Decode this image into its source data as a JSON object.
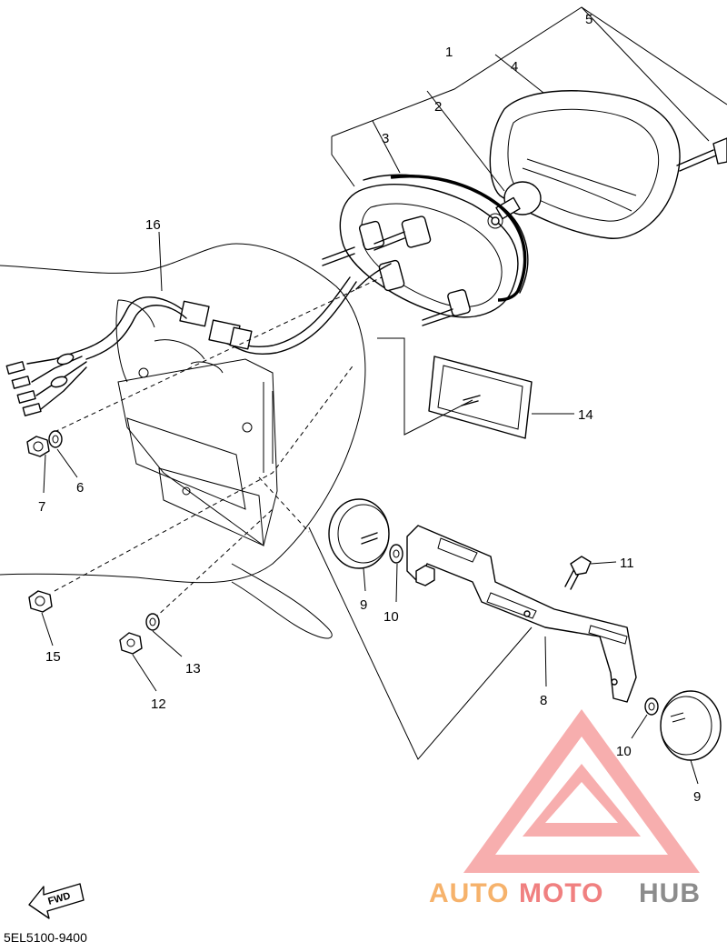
{
  "diagram": {
    "part_code": "5EL5100-9400",
    "fwd_label": "FWD",
    "watermark": {
      "brand_part1": "AUTO",
      "brand_part2": "MOTO",
      "brand_part3": "HUB",
      "color_orange": "#f6b26b",
      "color_red": "#f08080",
      "color_grey": "#8c8c8c"
    },
    "callouts": [
      {
        "id": "c1",
        "label": "1"
      },
      {
        "id": "c2",
        "label": "2"
      },
      {
        "id": "c3",
        "label": "3"
      },
      {
        "id": "c4",
        "label": "4"
      },
      {
        "id": "c5",
        "label": "5"
      },
      {
        "id": "c6",
        "label": "6"
      },
      {
        "id": "c7",
        "label": "7"
      },
      {
        "id": "c8",
        "label": "8"
      },
      {
        "id": "c9a",
        "label": "9"
      },
      {
        "id": "c9b",
        "label": "9"
      },
      {
        "id": "c10a",
        "label": "10"
      },
      {
        "id": "c10b",
        "label": "10"
      },
      {
        "id": "c11",
        "label": "11"
      },
      {
        "id": "c12",
        "label": "12"
      },
      {
        "id": "c13",
        "label": "13"
      },
      {
        "id": "c14",
        "label": "14"
      },
      {
        "id": "c15",
        "label": "15"
      },
      {
        "id": "c16",
        "label": "16"
      }
    ]
  }
}
